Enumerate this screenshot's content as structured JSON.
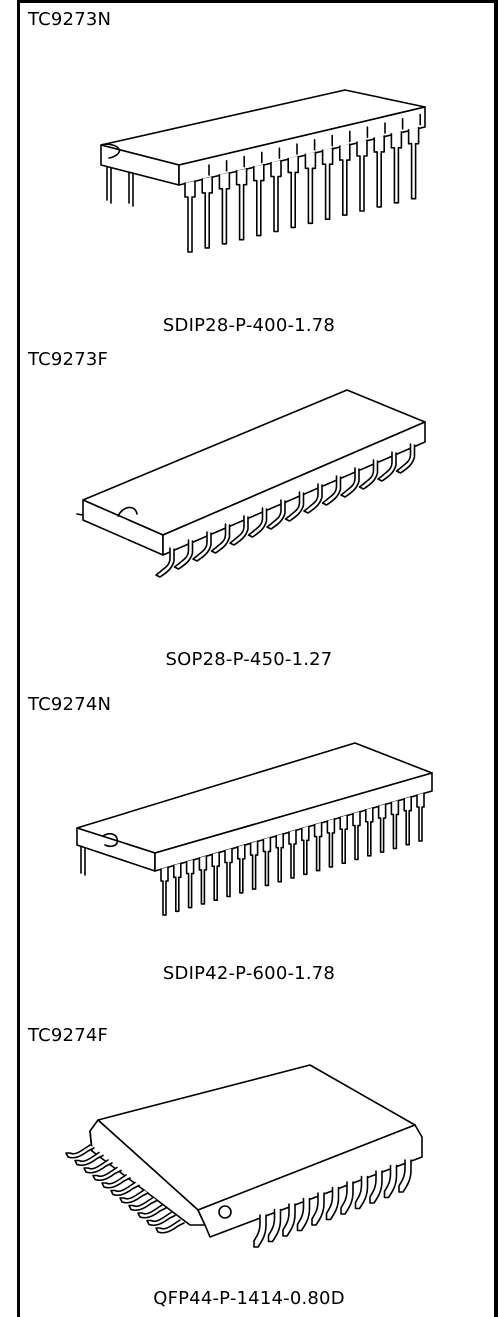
{
  "sections": [
    {
      "part": "TC9273N",
      "package": "SDIP28-P-400-1.78",
      "icon": "sdip28-package-drawing"
    },
    {
      "part": "TC9273F",
      "package": "SOP28-P-450-1.27",
      "icon": "sop28-package-drawing"
    },
    {
      "part": "TC9274N",
      "package": "SDIP42-P-600-1.78",
      "icon": "sdip42-package-drawing"
    },
    {
      "part": "TC9274F",
      "package": "QFP44-P-1414-0.80D",
      "icon": "qfp44-package-drawing"
    }
  ]
}
